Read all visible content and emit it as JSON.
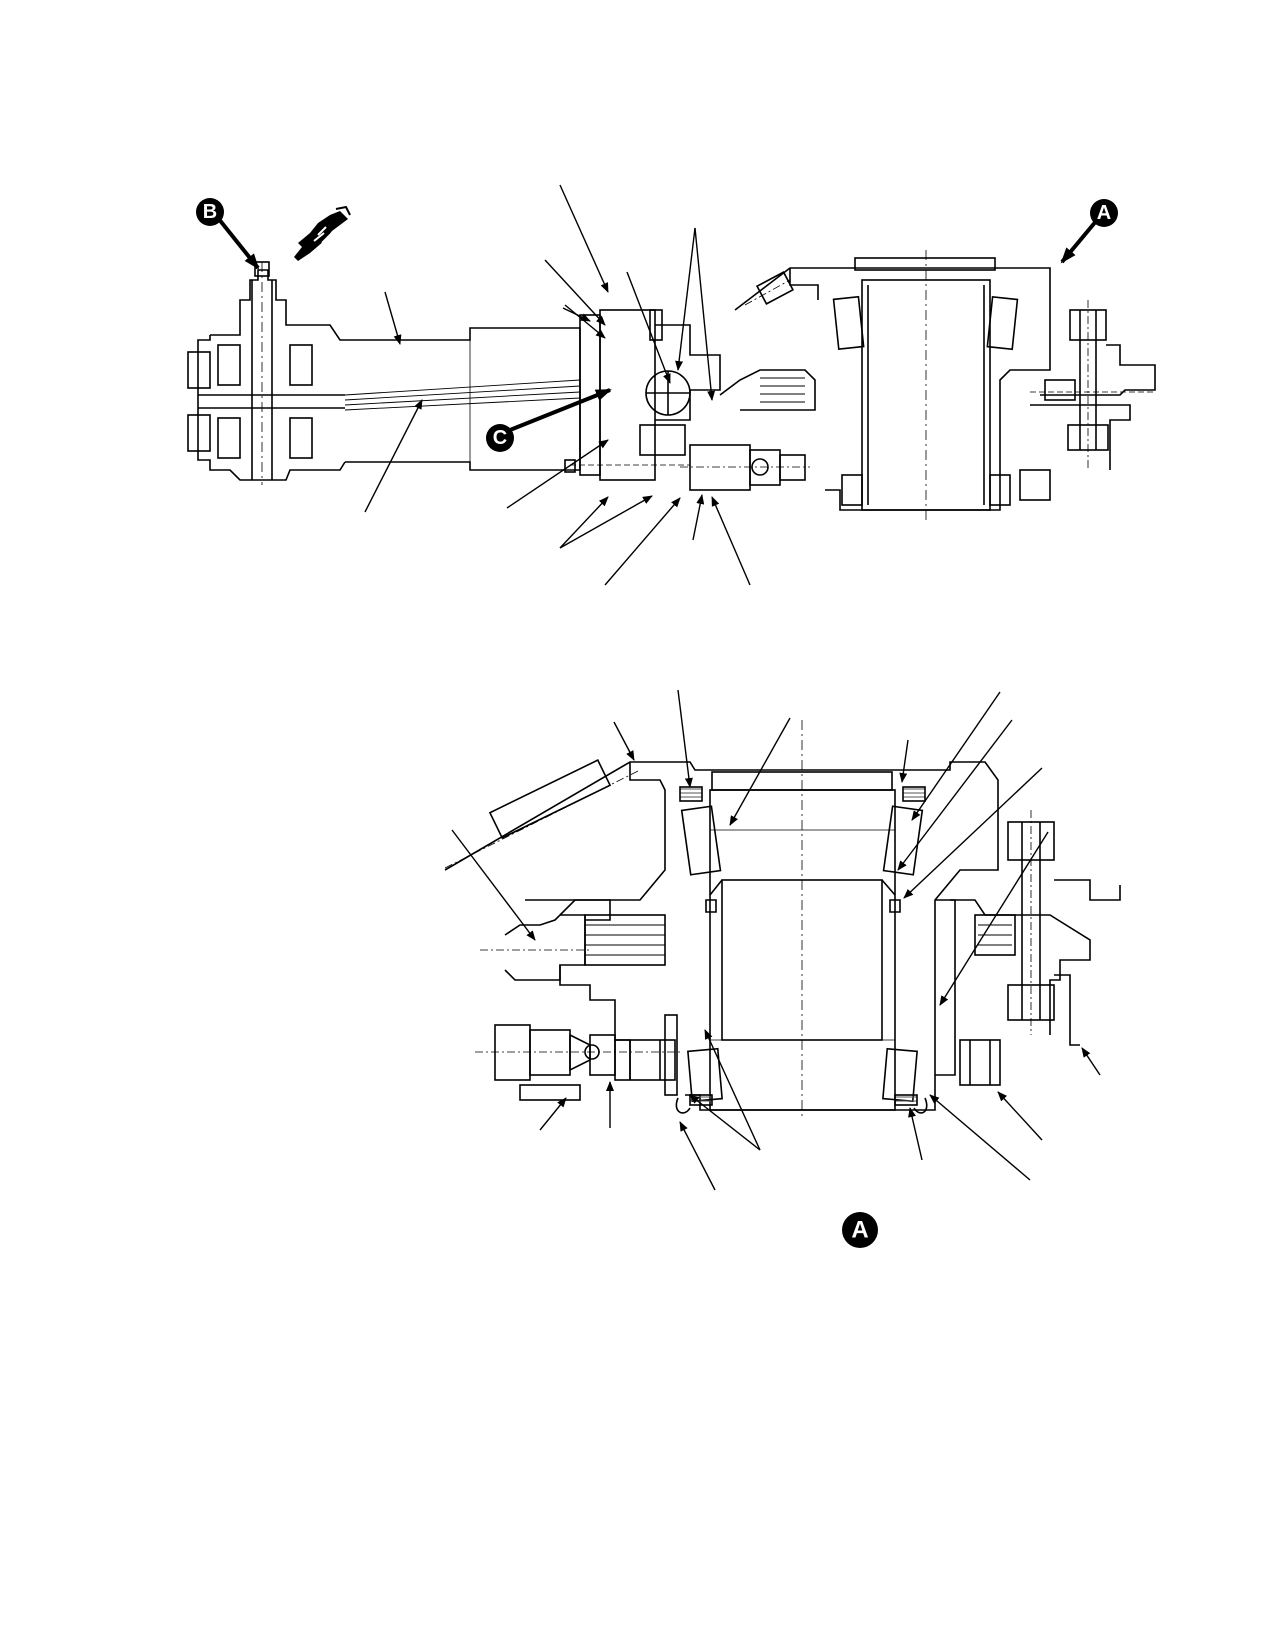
{
  "figure": {
    "callouts": {
      "detail_a_top": "A",
      "detail_b": "B",
      "detail_c": "C",
      "detail_a_bottom": "A"
    },
    "colors": {
      "ink": "#000000",
      "paper": "#ffffff",
      "hatch": "#555555"
    },
    "icons": {
      "lube_point": "pointing-hand-icon"
    }
  }
}
